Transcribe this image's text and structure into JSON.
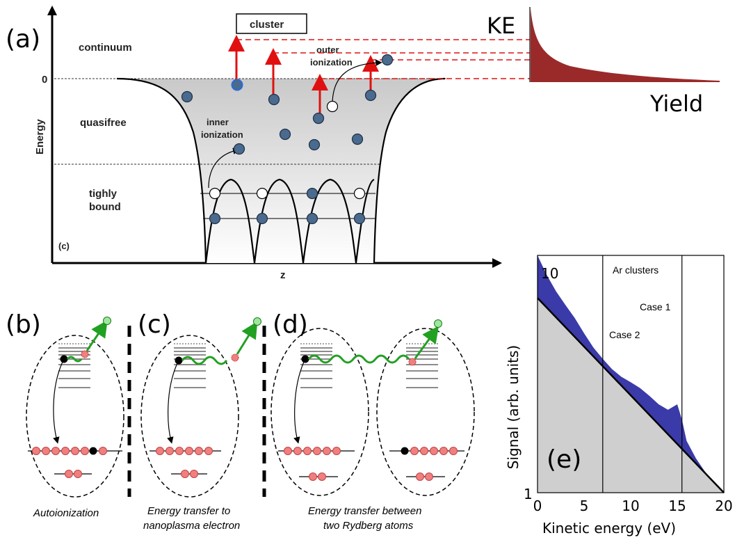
{
  "panel_a": {
    "label": "(a)",
    "continuum": "continuum",
    "zero": "0",
    "quasifree": "quasifree",
    "tightly_bound_line1": "tighly",
    "tightly_bound_line2": "bound",
    "inner_ionization_line1": "inner",
    "inner_ionization_line2": "ionization",
    "outer_ionization_line1": "outer",
    "outer_ionization_line2": "ionization",
    "cluster": "cluster",
    "energy_axis": "Energy",
    "z_axis": "z",
    "sublabel": "(c)",
    "ke": "KE",
    "yield": "Yield"
  },
  "panel_b": {
    "label": "(b)",
    "caption": "Autoionization"
  },
  "panel_c": {
    "label": "(c)",
    "caption_line1": "Energy transfer to",
    "caption_line2": "nanoplasma electron"
  },
  "panel_d": {
    "label": "(d)",
    "caption_line1": "Energy transfer between",
    "caption_line2": "two Rydberg atoms"
  },
  "panel_e": {
    "label": "(e)",
    "ylabel": "Signal (arb. units)",
    "xlabel": "Kinetic energy (eV)",
    "ar_clusters": "Ar clusters",
    "case1": "Case 1",
    "case2": "Case 2",
    "xticks": [
      "0",
      "5",
      "10",
      "15",
      "20"
    ],
    "yticks": [
      "10",
      "1"
    ]
  },
  "colors": {
    "electron": "#4a6a8e",
    "red_arrow": "#e01010",
    "yield_fill": "#9a2a2a",
    "spectrum_fill": "#3a3aa8",
    "background_fill": "#cfcfcf",
    "green_arrow": "#22a022",
    "atom_pink": "#f08080"
  },
  "chart_data": {
    "type": "area",
    "xlabel": "Kinetic energy (eV)",
    "ylabel": "Signal (arb. units)",
    "xlim": [
      0,
      20
    ],
    "ylim": [
      1,
      13
    ],
    "yscale": "log",
    "series": [
      {
        "name": "",
        "x": [
          0,
          1,
          2,
          3,
          4,
          5,
          6,
          7,
          8,
          9,
          10,
          11,
          12,
          13,
          14,
          15,
          15.5,
          16,
          17,
          18,
          19,
          20
        ],
        "values": [
          13,
          10.5,
          8.8,
          7.6,
          6.6,
          5.6,
          4.8,
          4.25,
          3.8,
          3.5,
          3.3,
          3.1,
          2.85,
          2.6,
          2.45,
          2.6,
          2.2,
          1.75,
          1.45,
          1.25,
          1.1,
          1
        ]
      },
      {
        "name": "",
        "x": [
          0,
          20
        ],
        "values": [
          8.2,
          1
        ]
      }
    ],
    "vlines": [
      7,
      15.5
    ]
  }
}
